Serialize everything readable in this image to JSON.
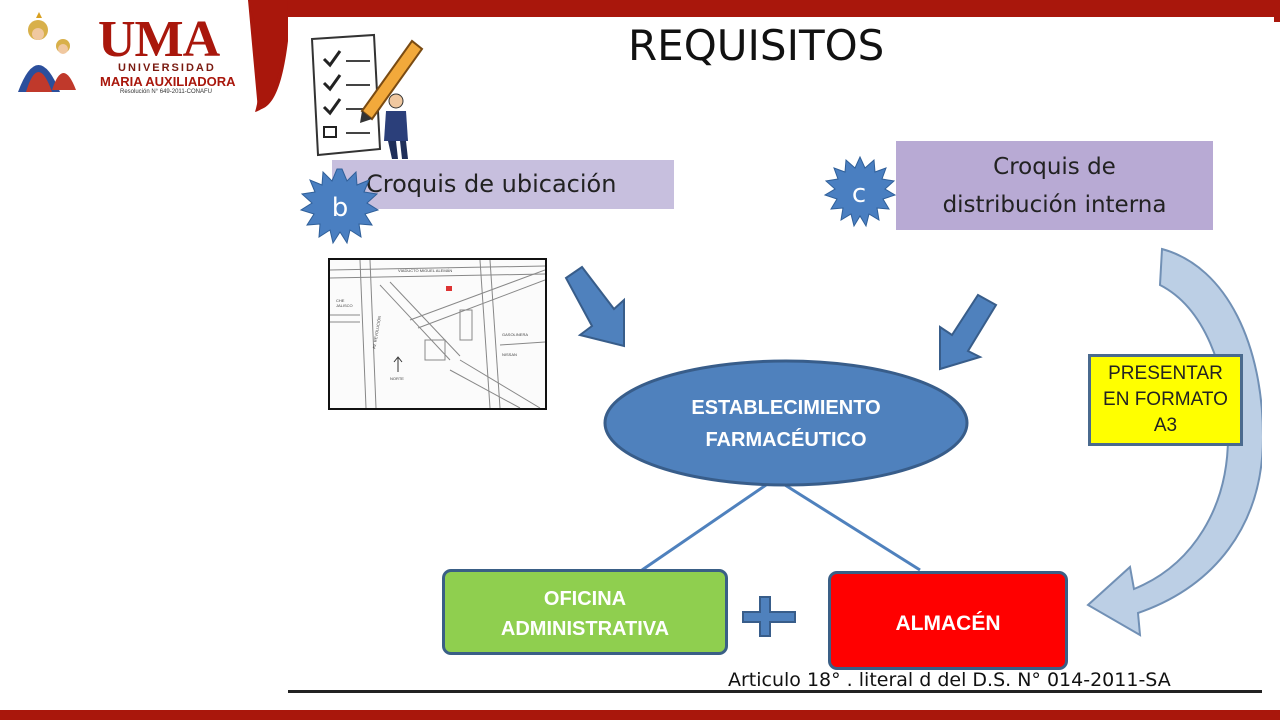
{
  "logo": {
    "name": "UMA",
    "university": "UNIVERSIDAD",
    "full_name": "MARIA AUXILIADORA",
    "resolution": "Resolución N° 649-2011-CONAFU"
  },
  "slide": {
    "title": "REQUISITOS",
    "item_b": {
      "badge": "b",
      "label": "Croquis de ubicación"
    },
    "item_c": {
      "badge": "c",
      "label_line1": "Croquis de",
      "label_line2": "distribución interna"
    },
    "map": {
      "street1": "VIADUCTO MIGUEL ALEMÁN",
      "street2": "CHE JALISCO",
      "street3": "AV. REVOLUCIÓN",
      "street4": "GASOLINERA",
      "street5": "NISSAN",
      "north": "NORTE"
    },
    "center": {
      "line1": "ESTABLECIMIENTO",
      "line2": "FARMACÉUTICO"
    },
    "left_box": {
      "line1": "OFICINA",
      "line2": "ADMINISTRATIVA"
    },
    "right_box": "ALMACÉN",
    "note": {
      "line1": "PRESENTAR",
      "line2": "EN FORMATO",
      "line3": "A3"
    },
    "footer": "Articulo 18° . literal  d del  D.S. N° 014-2011-SA"
  },
  "colors": {
    "brand_red": "#a9170c",
    "ellipse_blue": "#4f81bd",
    "label_lavender": "#c7bfde",
    "green_box": "#8fcf4f",
    "red_box": "#ff0000",
    "note_yellow": "#ffff00"
  }
}
